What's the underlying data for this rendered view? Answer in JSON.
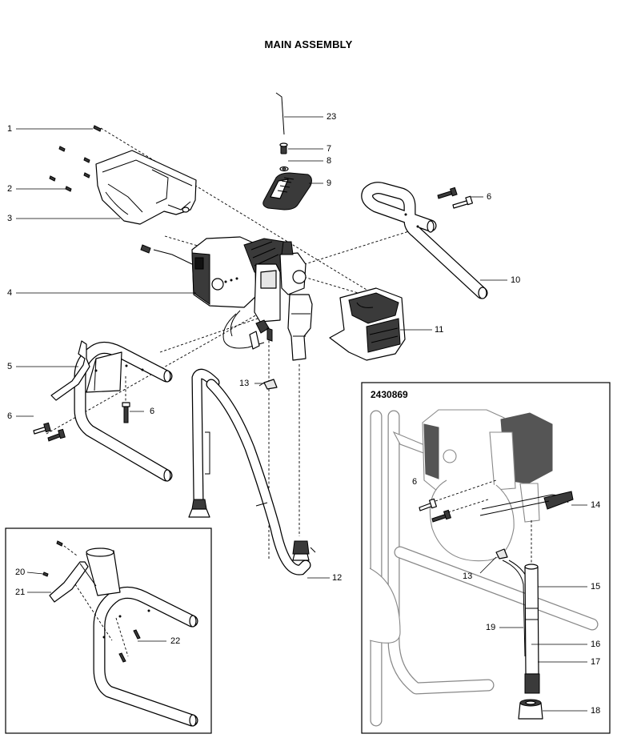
{
  "title": "MAIN ASSEMBLY",
  "inset_kit_number": "2430869",
  "callouts": {
    "c1": "1",
    "c2": "2",
    "c3": "3",
    "c4": "4",
    "c5": "5",
    "c6a": "6",
    "c6b": "6",
    "c6c": "6",
    "c6d": "6",
    "c7": "7",
    "c8": "8",
    "c9": "9",
    "c10": "10",
    "c11": "11",
    "c12": "12",
    "c13a": "13",
    "c13b": "13",
    "c14": "14",
    "c15": "15",
    "c16": "16",
    "c17": "17",
    "c18": "18",
    "c19": "19",
    "c20": "20",
    "c21": "21",
    "c22": "22",
    "c23": "23"
  }
}
